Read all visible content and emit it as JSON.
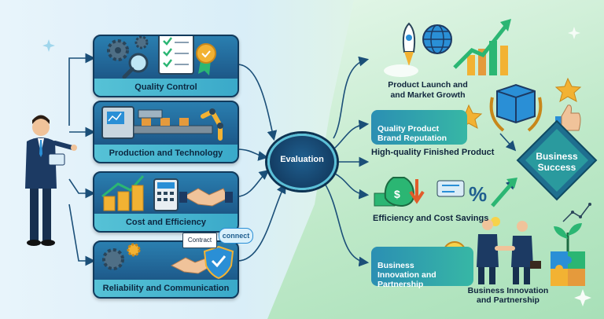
{
  "left_cards": [
    {
      "label": "Quality Control"
    },
    {
      "label": "Production and Technology"
    },
    {
      "label": "Cost and Efficiency"
    },
    {
      "label": "Reliability and Communication"
    }
  ],
  "left_extras": {
    "contract": "Contract",
    "connect": "connect"
  },
  "center": {
    "label": "Evaluation"
  },
  "right": {
    "launch": "Product Launch and\nand Market Growth",
    "quality_card": "Quality Product\nBrand Reputation",
    "finished": "High-quality Finished Product",
    "efficiency": "Efficiency and Cost Savings",
    "innovation_card": "Business\nInnovation and\nPartnership",
    "innovation_label": "Business Innovation\nand Partnership",
    "success": "Business\nSuccess"
  },
  "icons": [
    "gear-icon",
    "clipboard-icon",
    "magnifier-icon",
    "award-icon",
    "machine-icon",
    "robot-arm-icon",
    "coins-icon",
    "calculator-icon",
    "handshake-icon",
    "shield-check-icon",
    "rocket-icon",
    "globe-icon",
    "growth-chart-icon",
    "box-icon",
    "star-icon",
    "thumbs-up-icon",
    "money-bag-icon",
    "percent-icon",
    "lightbulb-icon",
    "puzzle-icon",
    "plant-icon",
    "businessman-icon"
  ],
  "colors": {
    "navy": "#143f66",
    "teal": "#3aa9c9",
    "green": "#37b7a5",
    "accent": "#f2b233"
  }
}
